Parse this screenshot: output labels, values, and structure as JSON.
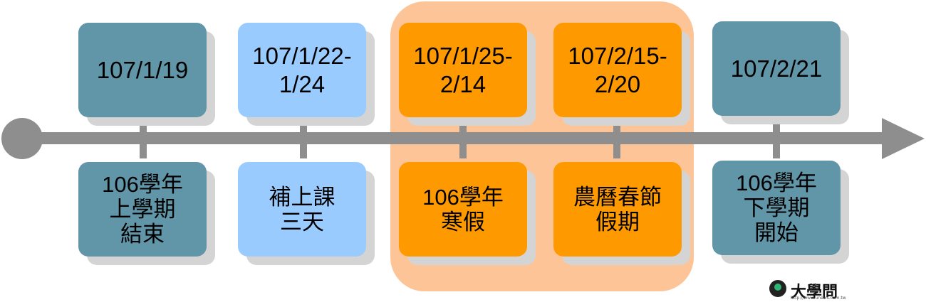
{
  "timeline": {
    "events": [
      {
        "date": "107/1/19",
        "label": "106學年\n上學期\n結束",
        "color": "#6196a8"
      },
      {
        "date": "107/1/22-\n1/24",
        "label": "補上課\n三天",
        "color": "#99cbfe"
      },
      {
        "date": "107/1/25-\n2/14",
        "label": "106學年\n寒假",
        "color": "#fe9a00"
      },
      {
        "date": "107/2/15-\n2/20",
        "label": "農曆春節\n假期",
        "color": "#fe9a00"
      },
      {
        "date": "107/2/21",
        "label": "106學年\n下學期\n開始",
        "color": "#6196a8"
      }
    ],
    "highlight_color": "#fdc597",
    "axis_color": "#8e8e8e"
  },
  "logo": {
    "name": "大學問",
    "url": "http://www.unews.com.tw"
  }
}
